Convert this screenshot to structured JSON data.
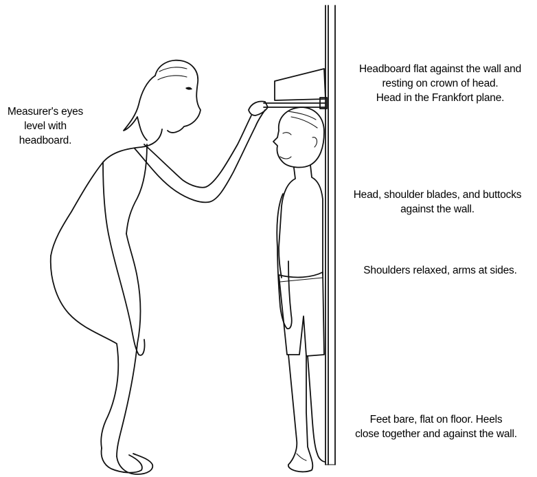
{
  "labels": {
    "measurer": [
      "Measurer's eyes",
      "level with",
      "headboard."
    ],
    "headboard": [
      "Headboard flat against the wall and",
      "resting on crown of head.",
      "Head in the Frankfort plane."
    ],
    "body_position": [
      "Head, shoulder blades, and buttocks",
      "against the wall."
    ],
    "shoulders": [
      "Shoulders relaxed, arms at sides."
    ],
    "feet": [
      "Feet bare, flat on floor. Heels",
      "close together and against the wall."
    ]
  },
  "colors": {
    "ink": "#111111",
    "background": "#ffffff"
  }
}
